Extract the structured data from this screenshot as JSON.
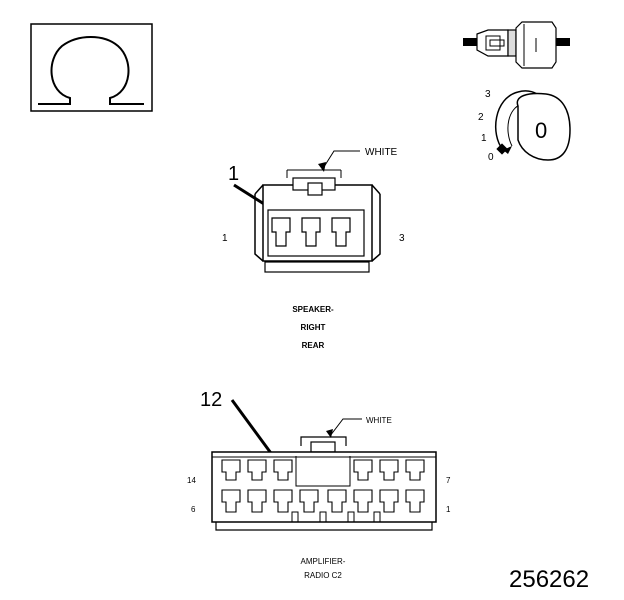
{
  "icon": {
    "symbol": "ohm-icon"
  },
  "key_icon": {
    "positions": [
      "3",
      "2",
      "1",
      "0"
    ],
    "key_label": "0"
  },
  "connector1": {
    "callout": "1",
    "color_label": "WHITE",
    "pin_left": "1",
    "pin_right": "3",
    "name_lines": [
      "SPEAKER-",
      "RIGHT",
      "REAR"
    ]
  },
  "connector2": {
    "callout": "12",
    "color_label": "WHITE",
    "pin_top_left": "14",
    "pin_top_right": "7",
    "pin_bottom_left": "6",
    "pin_bottom_right": "1",
    "name_lines": [
      "AMPLIFIER-",
      "RADIO C2"
    ]
  },
  "figure_number": "256262"
}
